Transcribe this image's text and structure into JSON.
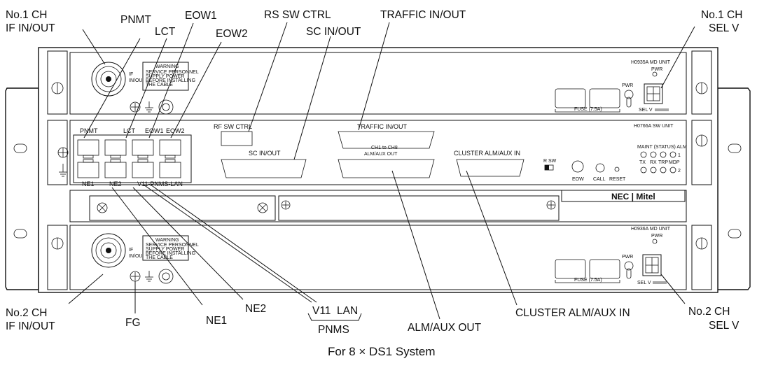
{
  "callouts": {
    "no1_ch_if": [
      "No.1 CH",
      "IF IN/OUT"
    ],
    "pnmt": "PNMT",
    "lct": "LCT",
    "eow1": "EOW1",
    "eow2": "EOW2",
    "rs_sw_ctrl": "RS SW CTRL",
    "sc_in_out": "SC IN/OUT",
    "traffic_in_out": "TRAFFIC IN/OUT",
    "no1_ch_sel": [
      "No.1 CH",
      "SEL V"
    ],
    "no2_ch_if": [
      "No.2 CH",
      "IF IN/OUT"
    ],
    "fg": "FG",
    "ne1": "NE1",
    "ne2": "NE2",
    "v11_lan": "V11  LAN",
    "pnms": "PNMS",
    "alm_aux_out": "ALM/AUX OUT",
    "cluster_alm_aux_in": "CLUSTER ALM/AUX IN",
    "no2_ch_sel": [
      "No.2 CH",
      "SEL V"
    ]
  },
  "panel": {
    "md_unit_top": "H0935A MD UNIT",
    "md_unit_bottom": "H0936A MD UNIT",
    "sw_unit": "H0766A SW UNIT",
    "pwr": "PWR",
    "if_in_out": [
      "IF",
      "IN/OUT"
    ],
    "warning": "WARNING",
    "warning_body": [
      "SERVICE PERSONNEL",
      "SUPPLY POWER",
      "BEFORE INSTALLING",
      "THE CABLE"
    ],
    "fuse": "FUSE (7.5A)",
    "sel_v": "SEL V",
    "pnmt": "PNMT",
    "lct": "LCT",
    "eow1": "EOW1",
    "eow2": "EOW2",
    "ne1": "NE1",
    "ne2": "NE2",
    "v11_pnms_lan": "V11-PNMS-LAN",
    "rf_sw_ctrl": "RF SW CTRL",
    "sc_in_out": "SC  IN/OUT",
    "traffic_in_out": "TRAFFIC IN/OUT",
    "ch1_ch8": [
      "CH1 to CH8",
      "ALM/AUX OUT"
    ],
    "cluster": "CLUSTER ALM/AUX IN",
    "r_sw": "R SW",
    "eow": "EOW",
    "call": "CALL",
    "reset": "RESET",
    "led_header": "MAINT (STATUS) ALM",
    "led_cols": [
      "TX",
      "RX",
      "TRP",
      "MDP"
    ],
    "led_row1": "1",
    "led_row2": "2",
    "brand": "NEC | Mitel"
  },
  "caption": "For 8 × DS1 System"
}
